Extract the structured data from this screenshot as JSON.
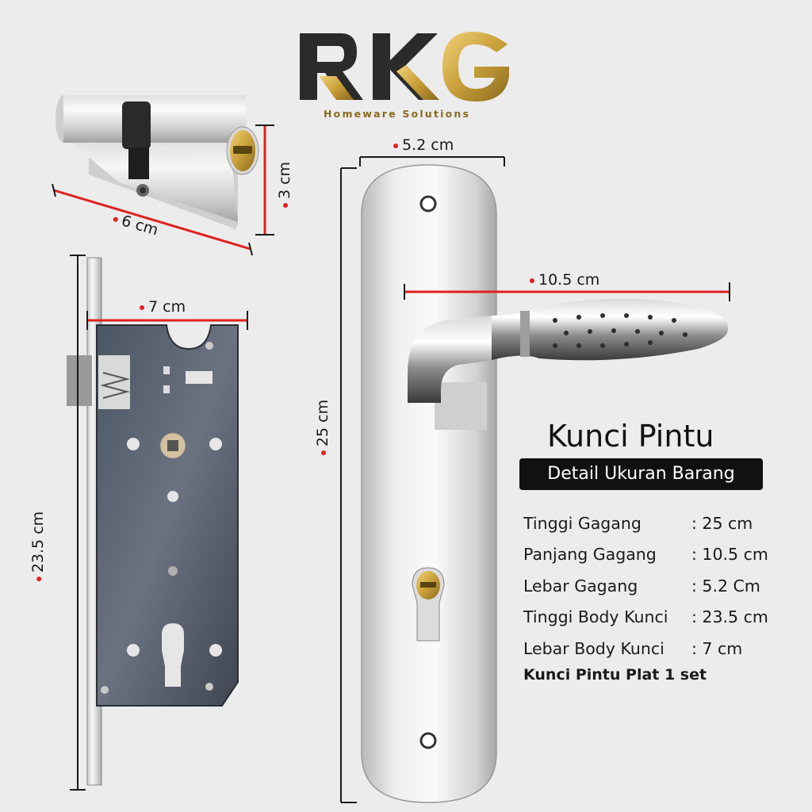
{
  "logo": {
    "letters": "RKG",
    "tagline": "Homeware Solutions",
    "colors": {
      "dark": "#2b2b2b",
      "gold": "#c9a03a"
    }
  },
  "cylinder": {
    "width_label": "6 cm",
    "height_label": "3 cm"
  },
  "lock_body": {
    "width_label": "7 cm",
    "height_label": "23.5 cm"
  },
  "handle": {
    "plate_width_label": "5.2 cm",
    "lever_length_label": "10.5 cm",
    "plate_height_label": "25 cm"
  },
  "info": {
    "title": "Kunci Pintu",
    "subtitle": "Detail Ukuran Barang",
    "specs": [
      {
        "key": "Tinggi Gagang",
        "value": ": 25 cm"
      },
      {
        "key": "Panjang Gagang",
        "value": ": 10.5 cm"
      },
      {
        "key": "Lebar Gagang",
        "value": ": 5.2 Cm"
      },
      {
        "key": "Tinggi Body Kunci",
        "value": ": 23.5 cm"
      },
      {
        "key": "Lebar Body Kunci",
        "value": ": 7 cm"
      }
    ],
    "set_line": "Kunci Pintu Plat 1 set"
  },
  "colors": {
    "background": "#ececec",
    "dimension_red": "#e02020",
    "dimension_black": "#1a1a1a",
    "label_box": "#111111"
  }
}
